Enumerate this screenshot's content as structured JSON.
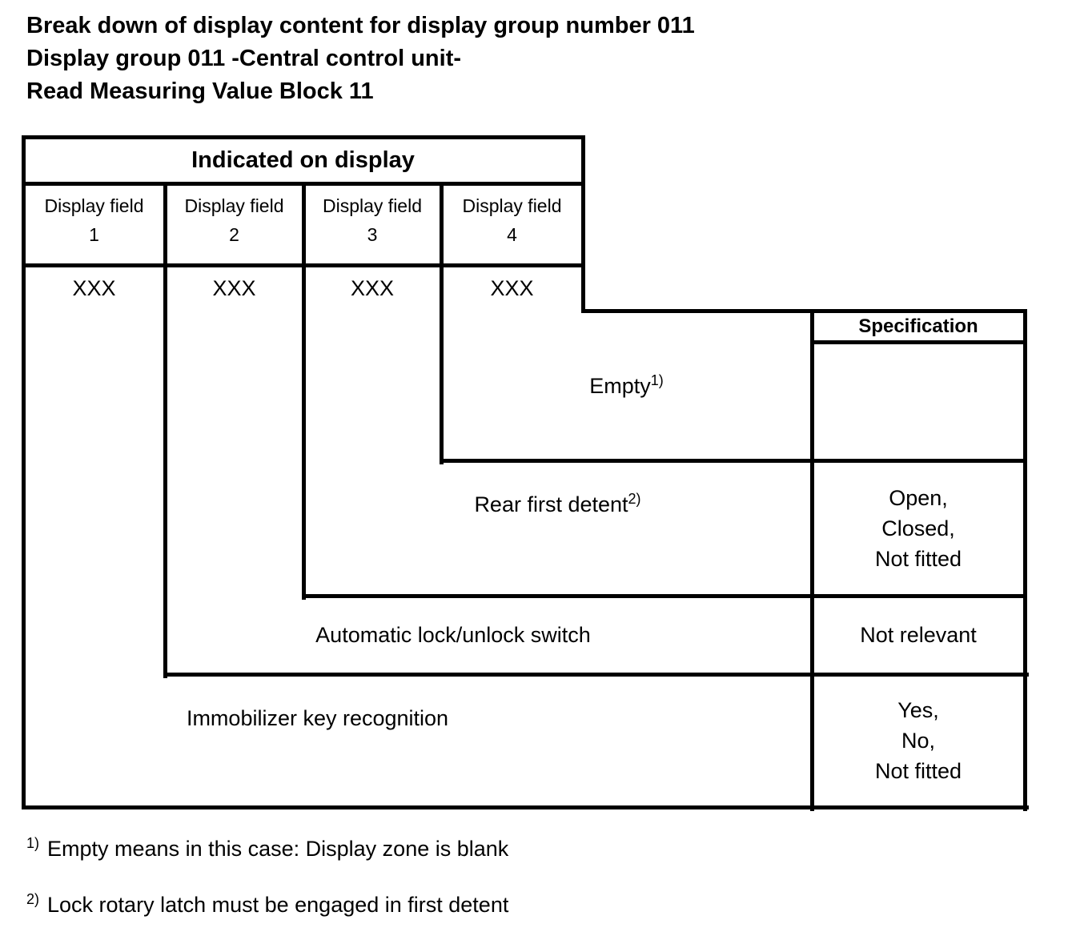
{
  "titles": [
    "Break down of display content for display group number 011",
    "Display group 011 -Central control unit-",
    "Read Measuring Value Block 11"
  ],
  "table": {
    "header": "Indicated on display",
    "spec_header": "Specification",
    "columns": [
      {
        "label": "Display field",
        "number": "1",
        "value": "XXX"
      },
      {
        "label": "Display field",
        "number": "2",
        "value": "XXX"
      },
      {
        "label": "Display field",
        "number": "3",
        "value": "XXX"
      },
      {
        "label": "Display field",
        "number": "4",
        "value": "XXX"
      }
    ],
    "rows": [
      {
        "label": "Empty",
        "footnote_ref": "1)",
        "spec": []
      },
      {
        "label": "Rear first detent",
        "footnote_ref": "2)",
        "spec": [
          "Open,",
          "Closed,",
          "Not fitted"
        ]
      },
      {
        "label": "Automatic lock/unlock switch",
        "footnote_ref": "",
        "spec": [
          "Not relevant"
        ]
      },
      {
        "label": "Immobilizer key recognition",
        "footnote_ref": "",
        "spec": [
          "Yes,",
          "No,",
          "Not fitted"
        ]
      }
    ]
  },
  "footnotes": [
    {
      "ref": "1)",
      "text": "Empty means in this case: Display zone is blank"
    },
    {
      "ref": "2)",
      "text": "Lock rotary latch must be engaged in first detent"
    }
  ],
  "colors": {
    "ink": "#000000",
    "background": "#ffffff"
  }
}
